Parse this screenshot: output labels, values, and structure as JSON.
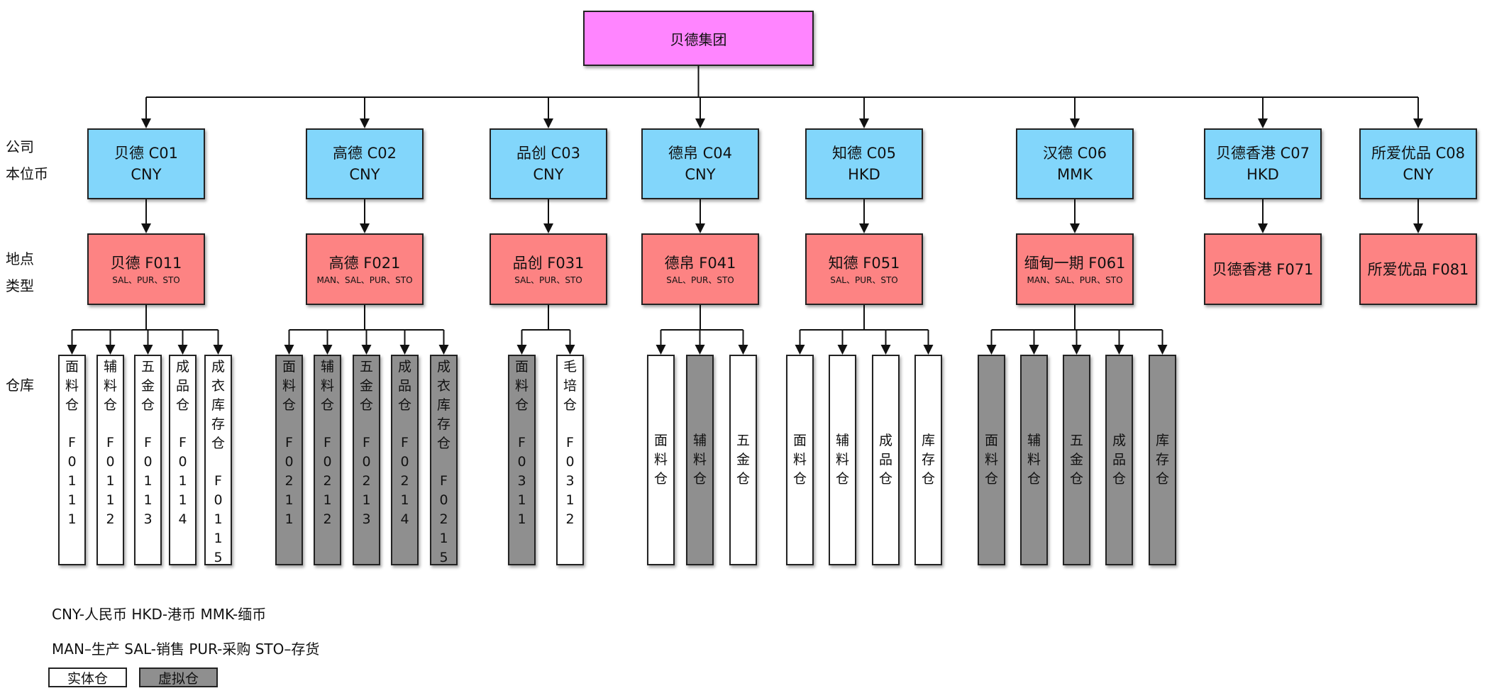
{
  "row_labels": {
    "company": [
      "公司",
      "本位币"
    ],
    "site": [
      "地点",
      "类型"
    ],
    "warehouse": [
      "仓库"
    ]
  },
  "root": {
    "name": "贝德集团"
  },
  "companies": [
    {
      "name": "贝德 C01",
      "currency": "CNY"
    },
    {
      "name": "高德 C02",
      "currency": "CNY"
    },
    {
      "name": "品创 C03",
      "currency": "CNY"
    },
    {
      "name": "德帛 C04",
      "currency": "CNY"
    },
    {
      "name": "知德 C05",
      "currency": "HKD"
    },
    {
      "name": "汉德 C06",
      "currency": "MMK"
    },
    {
      "name": "贝德香港 C07",
      "currency": "HKD"
    },
    {
      "name": "所爱优品 C08",
      "currency": "CNY"
    }
  ],
  "sites": [
    {
      "name": "贝德 F011",
      "types": "SAL、PUR、STO"
    },
    {
      "name": "高德 F021",
      "types": "MAN、SAL、PUR、STO"
    },
    {
      "name": "品创 F031",
      "types": "SAL、PUR、STO"
    },
    {
      "name": "德帛 F041",
      "types": "SAL、PUR、STO"
    },
    {
      "name": "知德 F051",
      "types": "SAL、PUR、STO"
    },
    {
      "name": "缅甸一期 F061",
      "types": "MAN、SAL、PUR、STO"
    },
    {
      "name": "贝德香港 F071",
      "types": ""
    },
    {
      "name": "所爱优品 F081",
      "types": ""
    }
  ],
  "warehouses": [
    {
      "site": "F011",
      "items": [
        {
          "name": "面料仓",
          "code": "F0111",
          "kind": "physical"
        },
        {
          "name": "辅料仓",
          "code": "F0112",
          "kind": "physical"
        },
        {
          "name": "五金仓",
          "code": "F0113",
          "kind": "physical"
        },
        {
          "name": "成品仓",
          "code": "F0114",
          "kind": "physical"
        },
        {
          "name": "成衣库存仓",
          "code": "F0115",
          "kind": "physical"
        }
      ]
    },
    {
      "site": "F021",
      "items": [
        {
          "name": "面料仓",
          "code": "F0211",
          "kind": "virtual"
        },
        {
          "name": "辅料仓",
          "code": "F0212",
          "kind": "virtual"
        },
        {
          "name": "五金仓",
          "code": "F0213",
          "kind": "virtual"
        },
        {
          "name": "成品仓",
          "code": "F0214",
          "kind": "virtual"
        },
        {
          "name": "成衣库存仓",
          "code": "F0215",
          "kind": "virtual"
        }
      ]
    },
    {
      "site": "F031",
      "items": [
        {
          "name": "面料仓",
          "code": "F0311",
          "kind": "virtual"
        },
        {
          "name": "毛培仓",
          "code": "F0312",
          "kind": "physical"
        }
      ]
    },
    {
      "site": "F041",
      "items": [
        {
          "name": "面料仓",
          "code": "",
          "kind": "physical"
        },
        {
          "name": "辅料仓",
          "code": "",
          "kind": "virtual"
        },
        {
          "name": "五金仓",
          "code": "",
          "kind": "physical"
        }
      ]
    },
    {
      "site": "F051",
      "items": [
        {
          "name": "面料仓",
          "code": "",
          "kind": "physical"
        },
        {
          "name": "辅料仓",
          "code": "",
          "kind": "physical"
        },
        {
          "name": "成品仓",
          "code": "",
          "kind": "physical"
        },
        {
          "name": "库存仓",
          "code": "",
          "kind": "physical"
        }
      ]
    },
    {
      "site": "F061",
      "items": [
        {
          "name": "面料仓",
          "code": "",
          "kind": "virtual"
        },
        {
          "name": "辅料仓",
          "code": "",
          "kind": "virtual"
        },
        {
          "name": "五金仓",
          "code": "",
          "kind": "virtual"
        },
        {
          "name": "成品仓",
          "code": "",
          "kind": "virtual"
        },
        {
          "name": "库存仓",
          "code": "",
          "kind": "virtual"
        }
      ]
    }
  ],
  "legend": {
    "currency_note": "CNY-人民币 HKD-港币 MMK-缅币",
    "type_note": "MAN–生产 SAL-销售 PUR-采购 STO–存货",
    "physical_label": "实体仓",
    "virtual_label": "虚拟仓"
  },
  "colors": {
    "root": "#ff85ff",
    "company": "#82d6fb",
    "site": "#fd8383",
    "virtual_warehouse": "#8f8f8f",
    "physical_warehouse": "#ffffff"
  }
}
